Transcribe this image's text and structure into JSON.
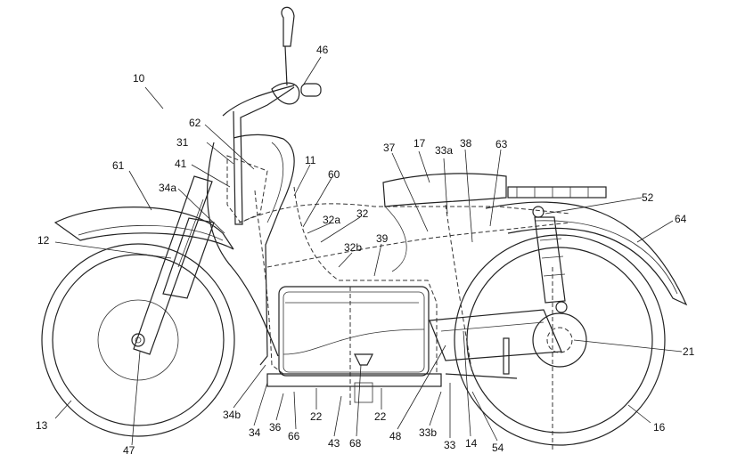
{
  "figure": {
    "labels": [
      "10",
      "46",
      "62",
      "31",
      "41",
      "34a",
      "61",
      "12",
      "13",
      "47",
      "11",
      "60",
      "32a",
      "32",
      "32b",
      "39",
      "37",
      "17",
      "33a",
      "38",
      "63",
      "52",
      "64",
      "21",
      "16",
      "34b",
      "34",
      "36",
      "66",
      "22",
      "43",
      "68",
      "48",
      "33b",
      "33",
      "14",
      "54"
    ]
  },
  "colors": {
    "line": "#222222",
    "background": "#ffffff"
  }
}
